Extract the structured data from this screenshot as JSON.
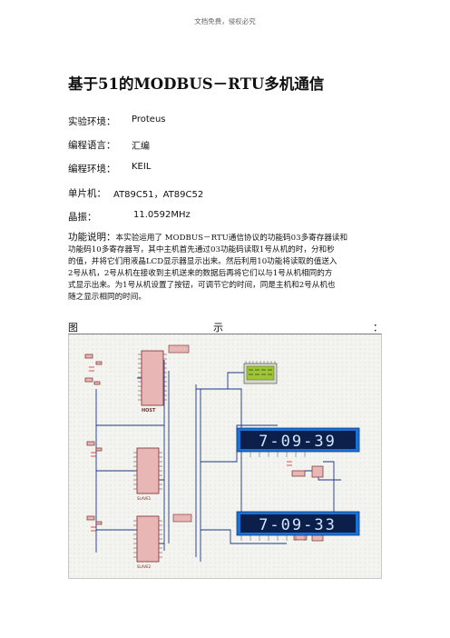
{
  "header_note": "文档免费，侵权必究",
  "title": "基于51的MODBUS－RTU多机通信",
  "specs": [
    {
      "label": "实验环境：",
      "value": "Proteus"
    },
    {
      "label": "编程语言：",
      "value": "汇编"
    },
    {
      "label": "编程环境：",
      "value": "KEIL"
    },
    {
      "label": "单片机：",
      "value": "AT89C51，AT89C52"
    },
    {
      "label": "晶振：",
      "value": "11.0592MHz"
    }
  ],
  "description": {
    "label": "功能说明：",
    "lines": [
      "本实验运用了 MODBUS－RTU通信协议的功能码03多寄存器读和",
      "功能码10多寄存器写，其中主机首先通过03功能码读取1号从机的时，分和秒",
      "的值，并将它们用液晶LCD显示器显示出来。然后利用10功能将读取的值送入",
      "2号从机，2号从机在接收到主机送来的数据后再将它们以与1号从机相同的方",
      "式显示出来。为1号从机设置了按钮，可调节它的时间，同是主机和2号从机也",
      "随之显示相同的时间。"
    ]
  },
  "figure_caption": [
    "图",
    "示",
    "："
  ],
  "schematic": {
    "chip_labels": [
      "HOST",
      "SLAVE1",
      "SLAVE2"
    ],
    "displays": [
      "7-09-39",
      "7-09-33"
    ],
    "colors": {
      "background": "#f3f3ef",
      "wire": "#1e3a8c",
      "chip": "#e9b6b6",
      "display_bg": "#1a72d6",
      "display_text": "#cfe8ff",
      "lcd": "#9fc43a"
    }
  }
}
